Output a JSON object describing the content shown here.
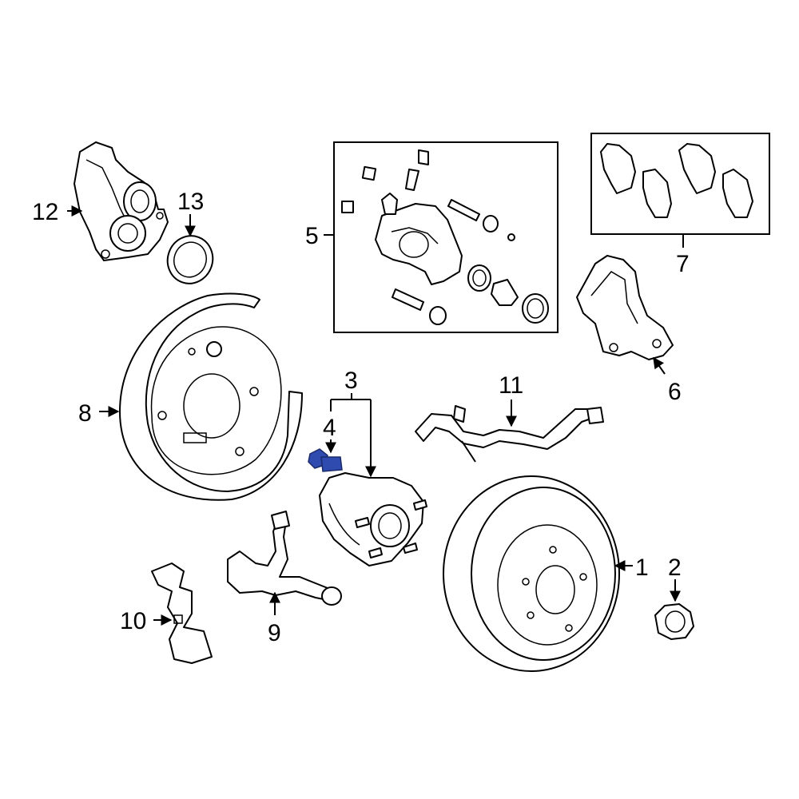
{
  "callouts": {
    "c1": "1",
    "c2": "2",
    "c3": "3",
    "c4": "4",
    "c5": "5",
    "c6": "6",
    "c7": "7",
    "c8": "8",
    "c9": "9",
    "c10": "10",
    "c11": "11",
    "c12": "12",
    "c13": "13"
  },
  "colors": {
    "highlight": "#2f4bb0",
    "line": "#000000",
    "background": "#ffffff"
  },
  "highlighted_part": "4"
}
